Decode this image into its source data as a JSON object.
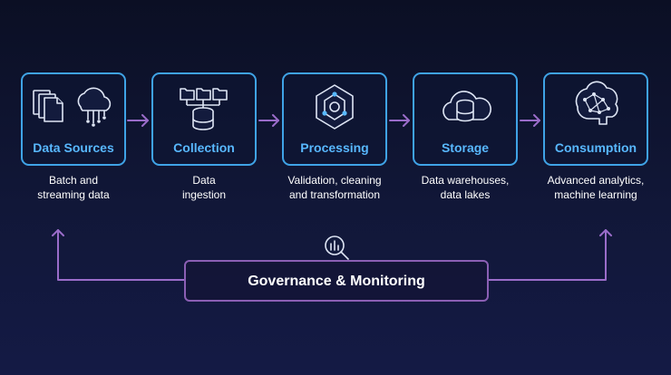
{
  "colors": {
    "stage_border": "#3fa3e6",
    "stage_title": "#58b8ff",
    "connector": "#9a6cc9",
    "governance_border": "#8b5fb4",
    "background_top": "#0b0f24",
    "background_bottom": "#141a45"
  },
  "stages": [
    {
      "title": "Data Sources",
      "icon": "documents-and-cloud-icon",
      "desc_line1": "Batch and",
      "desc_line2": "streaming data"
    },
    {
      "title": "Collection",
      "icon": "folders-to-database-icon",
      "desc_line1": "Data",
      "desc_line2": "ingestion"
    },
    {
      "title": "Processing",
      "icon": "hexagon-processor-icon",
      "desc_line1": "Validation, cleaning",
      "desc_line2": "and transformation"
    },
    {
      "title": "Storage",
      "icon": "cloud-database-icon",
      "desc_line1": "Data warehouses,",
      "desc_line2": "data lakes"
    },
    {
      "title": "Consumption",
      "icon": "brain-network-icon",
      "desc_line1": "Advanced analytics,",
      "desc_line2": "machine learning"
    }
  ],
  "governance": {
    "label": "Governance & Monitoring",
    "icon": "magnifier-chart-icon"
  }
}
